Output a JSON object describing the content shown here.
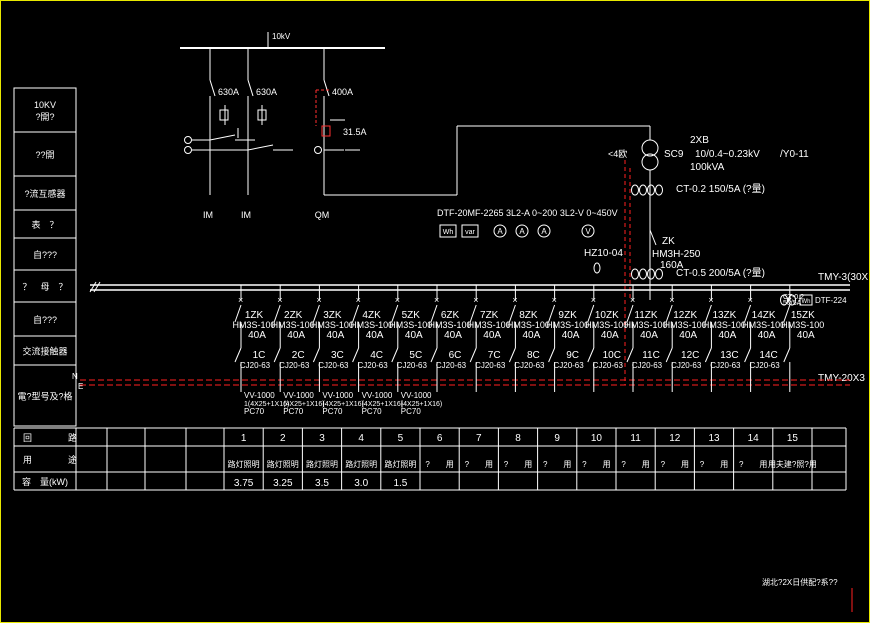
{
  "bus_title": "10kV",
  "hv": {
    "feeders": [
      {
        "rating": "630A",
        "label": "IM"
      },
      {
        "rating": "630A",
        "label": "IM"
      },
      {
        "rating": "400A",
        "label": "QM",
        "fuse": "31.5A"
      }
    ]
  },
  "left_labels": [
    "10KV\n?開?",
    "??開",
    "?流互感器",
    "表　？",
    "自???",
    "？　母　？",
    "自???",
    "交流接触器",
    "電?型号及?格"
  ],
  "transformer": {
    "name": "2XB",
    "model": "SC9",
    "ratio": "10/0.4~0.23kV",
    "vector": "/Y0-11",
    "capacity": "100kVA",
    "ct_top": "CT-0.2  150/5A (?量)",
    "neutral": "<4欧"
  },
  "meters": {
    "text": "DTF-20MF-2265  3L2-A   0~200  3L2-V  0~450V",
    "icons": [
      "Wh",
      "var",
      "A",
      "A",
      "A",
      "V"
    ]
  },
  "main_switch": {
    "hz": "HZ10-04",
    "zk": "ZK",
    "model": "HM3H-250",
    "rating": "160A",
    "ct": "CT-0.5  200/5A (?量)"
  },
  "busbar": {
    "upper": "TMY-3(30X",
    "lower": "TMY-20X3",
    "n_label": "N",
    "pe_label": "E"
  },
  "right_meter": {
    "ct": "CT-0.2\n50/5A",
    "dtf": "DTF-224",
    "wh": "Wh"
  },
  "branches": [
    {
      "zk": "1ZK",
      "model": "HM3S-100",
      "amp": "40A",
      "c": "1C",
      "cj": "CJ20-63"
    },
    {
      "zk": "2ZK",
      "model": "HM3S-100",
      "amp": "40A",
      "c": "2C",
      "cj": "CJ20-63"
    },
    {
      "zk": "3ZK",
      "model": "HM3S-100",
      "amp": "40A",
      "c": "3C",
      "cj": "CJ20-63"
    },
    {
      "zk": "4ZK",
      "model": "HM3S-100",
      "amp": "40A",
      "c": "4C",
      "cj": "CJ20-63"
    },
    {
      "zk": "5ZK",
      "model": "HM3S-100",
      "amp": "40A",
      "c": "5C",
      "cj": "CJ20-63"
    },
    {
      "zk": "6ZK",
      "model": "HM3S-100",
      "amp": "40A",
      "c": "6C",
      "cj": "CJ20-63"
    },
    {
      "zk": "7ZK",
      "model": "HM3S-100",
      "amp": "40A",
      "c": "7C",
      "cj": "CJ20-63"
    },
    {
      "zk": "8ZK",
      "model": "HM3S-100",
      "amp": "40A",
      "c": "8C",
      "cj": "CJ20-63"
    },
    {
      "zk": "9ZK",
      "model": "HM3S-100",
      "amp": "40A",
      "c": "9C",
      "cj": "CJ20-63"
    },
    {
      "zk": "10ZK",
      "model": "HM3S-100",
      "amp": "40A",
      "c": "10C",
      "cj": "CJ20-63"
    },
    {
      "zk": "11ZK",
      "model": "HM3S-100",
      "amp": "40A",
      "c": "11C",
      "cj": "CJ20-63"
    },
    {
      "zk": "12ZK",
      "model": "HM3S-100",
      "amp": "40A",
      "c": "12C",
      "cj": "CJ20-63"
    },
    {
      "zk": "13ZK",
      "model": "HM3S-100",
      "amp": "40A",
      "c": "13C",
      "cj": "CJ20-63"
    },
    {
      "zk": "14ZK",
      "model": "HM3S-100",
      "amp": "40A",
      "c": "14C",
      "cj": "CJ20-63"
    },
    {
      "zk": "15ZK",
      "model": "HM3S-100",
      "amp": "40A",
      "c": "",
      "cj": ""
    }
  ],
  "cables": [
    {
      "vv": "VV-1000",
      "spec": "1(4X25+1X16)",
      "pc": "PC70"
    },
    {
      "vv": "VV-1000",
      "spec": "(4X25+1X16)",
      "pc": "PC70"
    },
    {
      "vv": "VV-1000",
      "spec": "(4X25+1X16)",
      "pc": "PC70"
    },
    {
      "vv": "VV-1000",
      "spec": "(4X25+1X16)",
      "pc": "PC70"
    },
    {
      "vv": "VV-1000",
      "spec": "(4X25+1X16)",
      "pc": "PC70"
    }
  ],
  "table": {
    "row1": "回　　　　路",
    "row2": "用　　　　途",
    "row3": "容　量(kW)",
    "numbers": [
      "1",
      "2",
      "3",
      "4",
      "5",
      "6",
      "7",
      "8",
      "9",
      "10",
      "11",
      "12",
      "13",
      "14",
      "15"
    ],
    "uses": [
      "路灯照明",
      "路灯照明",
      "路灯照明",
      "路灯照明",
      "路灯照明",
      "?　　用",
      "?　　用",
      "?　　用",
      "?　　用",
      "?　　用",
      "?　　用",
      "?　　用",
      "?　　用",
      "?　　用",
      "用夫建?照?用"
    ],
    "capacities": [
      "3.75",
      "3.25",
      "3.5",
      "3.0",
      "1.5",
      "",
      "",
      "",
      "",
      "",
      "",
      "",
      "",
      "",
      ""
    ]
  },
  "footer_title": "湖北?2X日供配?系??"
}
